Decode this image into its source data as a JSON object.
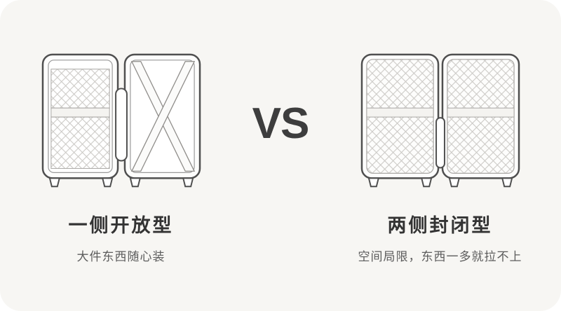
{
  "card": {
    "background": "#f7f6f3",
    "vs_label": "VS",
    "left": {
      "figure": "open-suitcase-illustration",
      "title": "一侧开放型",
      "subtitle": "大件东西随心装"
    },
    "right": {
      "figure": "closed-suitcase-illustration",
      "title": "两侧封闭型",
      "subtitle": "空间局限，东西一多就拉不上"
    }
  },
  "colors": {
    "page_background": "#ffffff",
    "outline": "#4f4f4f",
    "mesh_line": "#c9c7c3",
    "band_fill": "#f4f3f0",
    "title_text": "#333333",
    "subtitle_text": "#5c5c5c",
    "vs_text": "#3d3d3d"
  }
}
